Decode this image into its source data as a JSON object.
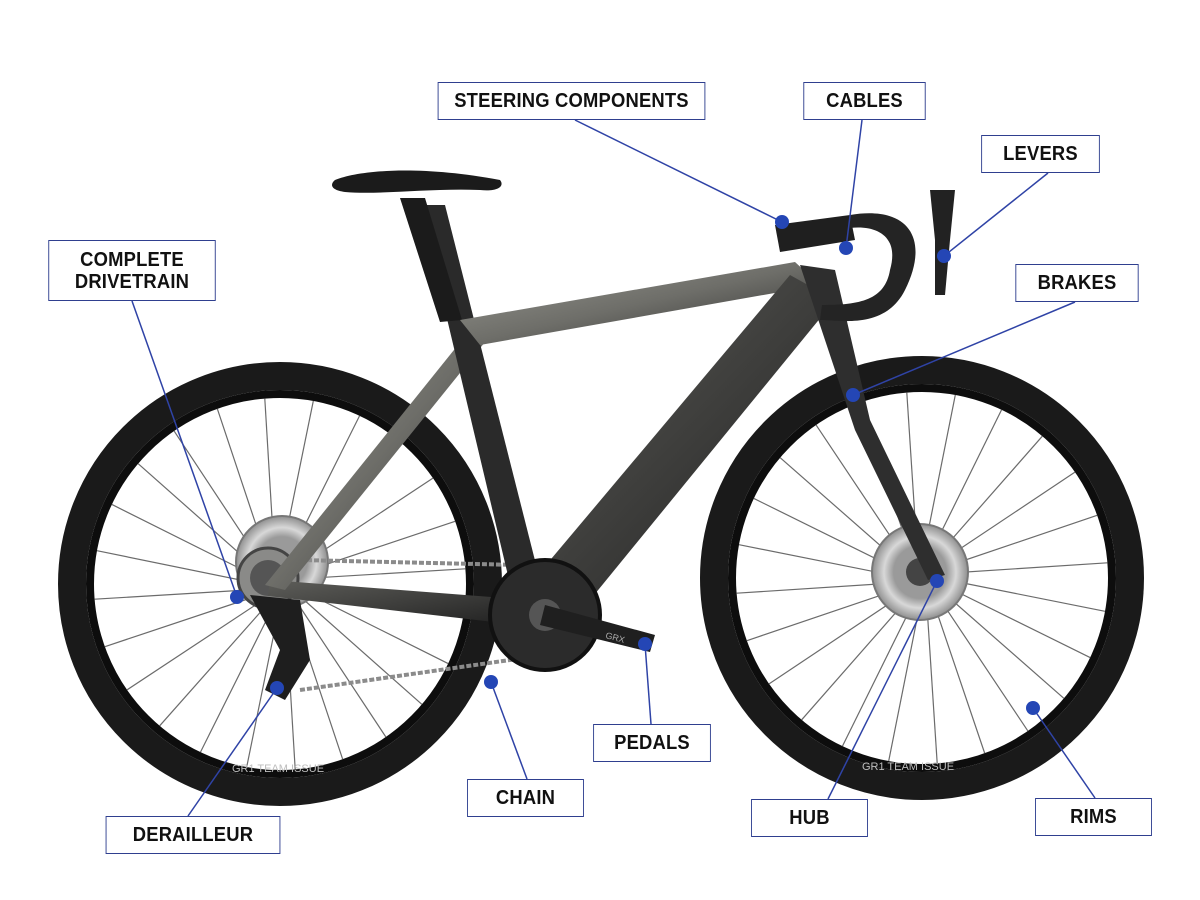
{
  "colors": {
    "leader_line": "#2f43a6",
    "dot": "#2446b5",
    "label_border": "#2f3f8f",
    "label_text": "#111111",
    "frame_light": "#8a8a84",
    "frame_dark": "#2b2b2b",
    "tire": "#1a1a1a"
  },
  "tire_text": {
    "rear": "GR1 TEAM ISSUE",
    "front": "GR1 TEAM ISSUE"
  },
  "crank_text": "GRX",
  "labels": {
    "steering": "STEERING COMPONENTS",
    "cables": "CABLES",
    "levers": "LEVERS",
    "drivetrain": "COMPLETE\nDRIVETRAIN",
    "brakes": "BRAKES",
    "pedals": "PEDALS",
    "chain": "CHAIN",
    "derailleur": "DERAILLEUR",
    "hub": "HUB",
    "rims": "RIMS"
  }
}
